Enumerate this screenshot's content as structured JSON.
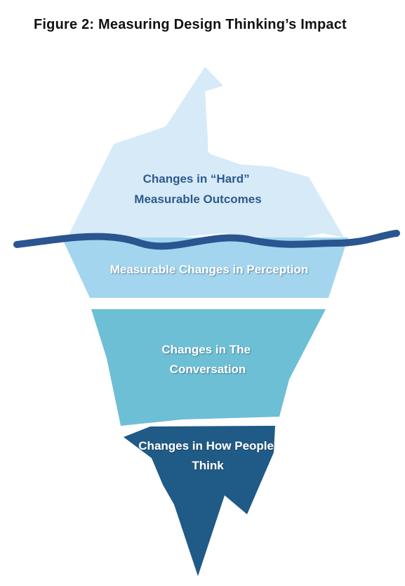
{
  "figure": {
    "title": "Figure 2: Measuring Design Thinking’s Impact"
  },
  "layers": [
    {
      "id": "tip",
      "lines": [
        "Changes in “Hard”",
        "Measurable Outcomes"
      ],
      "color": "#d6eaf7",
      "text_color": "#2e5a8e"
    },
    {
      "id": "perception",
      "lines": [
        "Measurable Changes in Perception"
      ],
      "color": "#a3d6ee",
      "text_color": "#ffffff"
    },
    {
      "id": "conversation",
      "lines": [
        "Changes in The",
        "Conversation"
      ],
      "color": "#6dbfd6",
      "text_color": "#ffffff"
    },
    {
      "id": "thinking",
      "lines": [
        "Changes in How People",
        "Think"
      ],
      "color": "#205a86",
      "text_color": "#ffffff"
    }
  ],
  "waterline_color": "#2b5590"
}
